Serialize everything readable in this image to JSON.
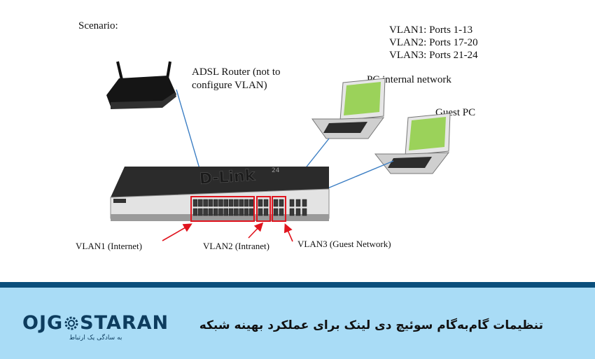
{
  "diagram": {
    "scenario_label": "Scenario:",
    "vlan_list": [
      "VLAN1: Ports 1-13",
      "VLAN2: Ports 17-20",
      "VLAN3: Ports 21-24"
    ],
    "router_label_line1": "ADSL Router (not to",
    "router_label_line2": "configure VLAN)",
    "pc_internal_label": "PC internal network",
    "guest_pc_label": "Guest PC",
    "switch_brand": "D-Link",
    "switch_port_count": "24",
    "vlan1_label": "VLAN1 (Internet)",
    "vlan2_label": "VLAN2 (Intranet)",
    "vlan3_label": "VLAN3 (Guest Network)",
    "colors": {
      "highlight": "#e0141e",
      "cable": "#3d7fc4",
      "switch_body": "#2b2b2b"
    }
  },
  "footer": {
    "logo_part1": "OJG",
    "logo_part2": "STARAN",
    "logo_tagline": "به سادگی یک ارتباط",
    "title": "تنظیمات گام‌به‌گام سوئیچ دی لینک برای عملکرد بهینه شبکه",
    "colors": {
      "bar": "#0b4f7c",
      "background": "#a9dcf6",
      "logo": "#0d3c5e"
    }
  }
}
